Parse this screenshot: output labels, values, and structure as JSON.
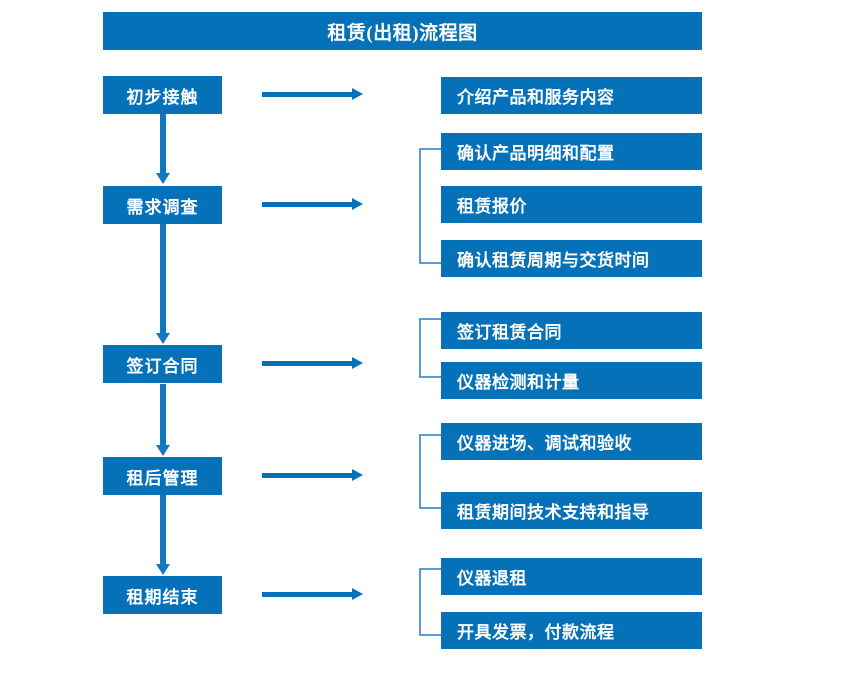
{
  "title": "租赁(出租)流程图",
  "theme": {
    "box_fill": "#0571b9",
    "box_text": "#ffffff",
    "arrow_color": "#0571b9",
    "bracket_color": "#5b9bd5",
    "background": "#ffffff"
  },
  "stages": [
    {
      "label": "初步接触"
    },
    {
      "label": "需求调查"
    },
    {
      "label": "签订合同"
    },
    {
      "label": "租后管理"
    },
    {
      "label": "租期结束"
    }
  ],
  "details": [
    {
      "label": "介绍产品和服务内容"
    },
    {
      "label": "确认产品明细和配置"
    },
    {
      "label": "租赁报价"
    },
    {
      "label": "确认租赁周期与交货时间"
    },
    {
      "label": "签订租赁合同"
    },
    {
      "label": "仪器检测和计量"
    },
    {
      "label": "仪器进场、调试和验收"
    },
    {
      "label": "租赁期间技术支持和指导"
    },
    {
      "label": "仪器退租"
    },
    {
      "label": "开具发票，付款流程"
    }
  ]
}
